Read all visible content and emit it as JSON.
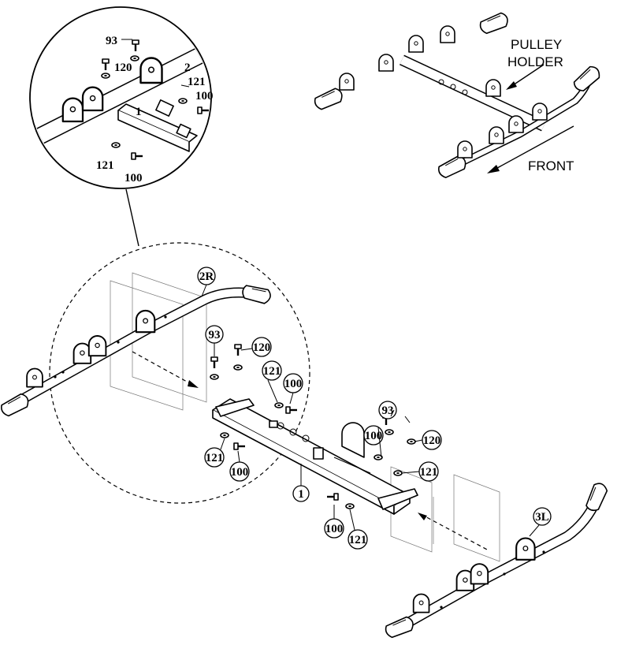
{
  "annotations": {
    "pulley_holder_line1": "PULLEY",
    "pulley_holder_line2": "HOLDER",
    "front": "FRONT"
  },
  "detail_labels": {
    "p93": "93",
    "p120": "120",
    "p2": "2",
    "p121_top": "121",
    "p100_top": "100",
    "p1": "1",
    "p121_bottom": "121",
    "p100_bottom": "100"
  },
  "main_labels": {
    "p2R": "2R",
    "p93_left": "93",
    "p120_left": "120",
    "p121_left_upper": "121",
    "p100_left_upper": "100",
    "p121_left_lower": "121",
    "p100_left_lower": "100",
    "p1": "1",
    "p93_right": "93",
    "p100_right_upper": "100",
    "p120_right": "120",
    "p121_right_upper": "121",
    "p100_right_lower": "100",
    "p121_right_lower": "121",
    "p3L": "3L"
  },
  "colors": {
    "line": "#000000",
    "background": "#ffffff"
  }
}
